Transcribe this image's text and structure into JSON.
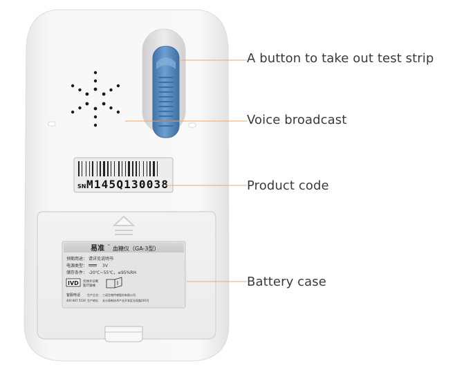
{
  "callouts": {
    "strip_button": "A button to take out test strip",
    "voice": "Voice broadcast",
    "product_code": "Product code",
    "battery": "Battery case"
  },
  "device": {
    "serial_prefix": "SN",
    "serial_number": "M145Q130038",
    "label": {
      "brand": "易准",
      "trademark": "™",
      "product": "血糖仪（GA-3型）",
      "row1_key": "预期用途：",
      "row1_val": "请详见说明书",
      "row2_key": "电源类型：",
      "row2_val": "3V",
      "row3_key": "储存条件：",
      "row3_val": "-20℃~55℃，≤95%RH",
      "ivd": "IVD",
      "ivd_note_1": "仅体外诊断",
      "ivd_note_2": "医疗器械",
      "service_key": "客服电话",
      "service_num": "400 867 5536",
      "maker_key_1": "生产企业：",
      "maker_val_1": "三诺生物传感股份有限公司",
      "maker_key_2": "生产地址：",
      "maker_val_2": "长沙高新技术产业开发区谷苑路265号"
    }
  },
  "colors": {
    "callout_line": "#f0a868",
    "callout_text": "#3a3a3a",
    "body": "#f4f4f4",
    "slider": "#5b8ec0"
  }
}
